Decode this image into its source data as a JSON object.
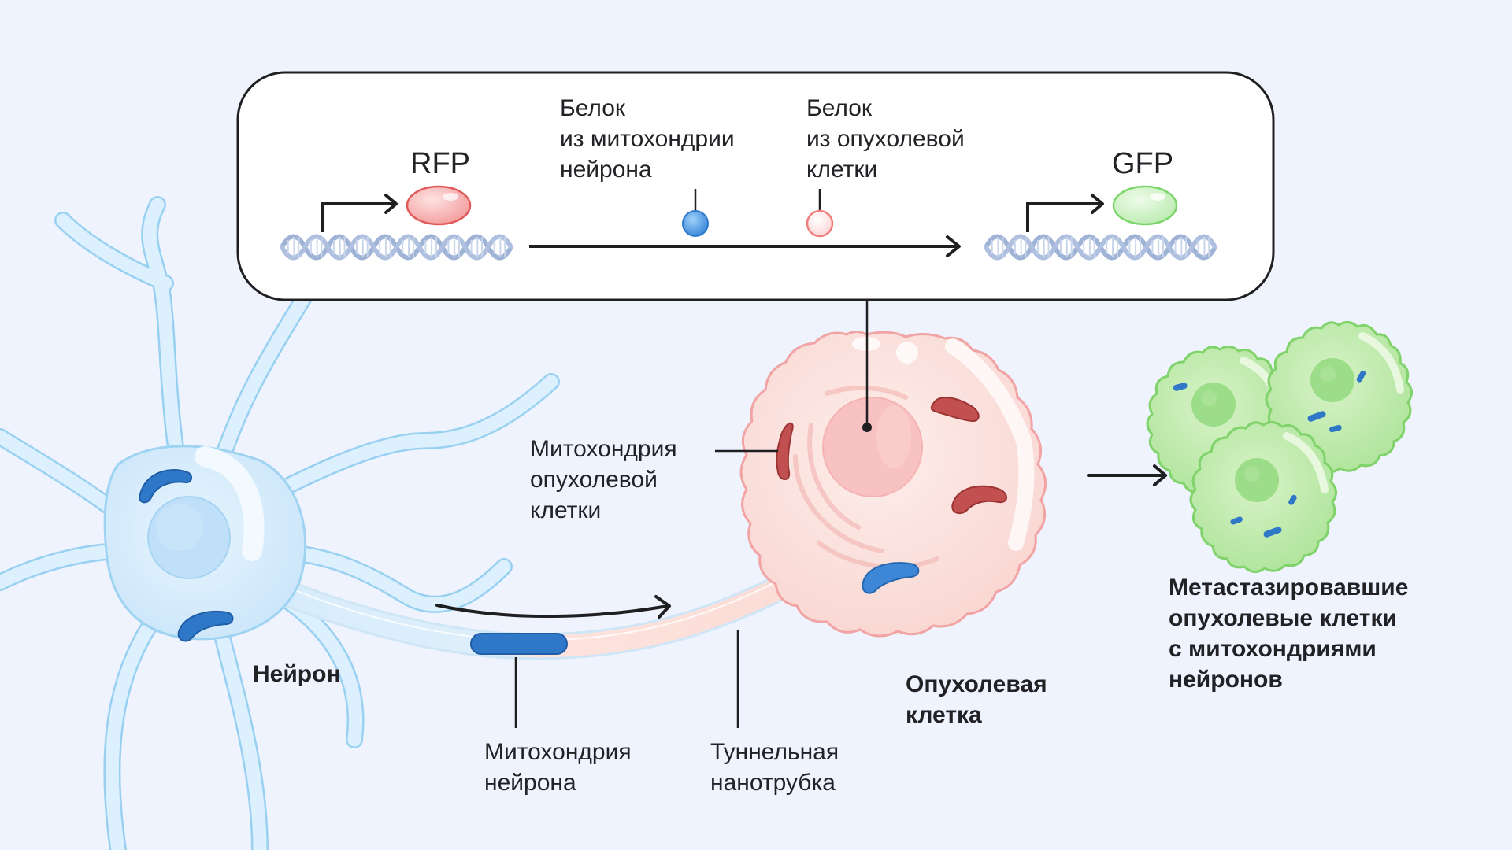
{
  "diagram": {
    "background_color": "#eff3fd",
    "inset": {
      "left_gene": {
        "protein_label": "RFP",
        "protein_color": "#f08a8a",
        "dna_icon": "dna-helix-icon"
      },
      "right_gene": {
        "protein_label": "GFP",
        "protein_color": "#a8e6a0",
        "dna_icon": "dna-helix-icon"
      },
      "protein_neuron": {
        "lines": [
          "Белок",
          "из митохондрии",
          "нейрона"
        ],
        "dot_color": "#3c8fe0"
      },
      "protein_tumor": {
        "lines": [
          "Белок",
          "из опухолевой",
          "клетки"
        ],
        "dot_color": "#fde0e0"
      }
    },
    "labels": {
      "neuron": "Нейрон",
      "neuron_mito": [
        "Митохондрия",
        "нейрона"
      ],
      "nanotube": [
        "Туннельная",
        "нанотрубка"
      ],
      "tumor_mito": [
        "Митохондрия",
        "опухолевой",
        "клетки"
      ],
      "tumor_cell": [
        "Опухолевая",
        "клетка"
      ],
      "metastasized": [
        "Метастазировавшие",
        "опухолевые клетки",
        "с митохондриями",
        "нейронов"
      ]
    },
    "colors": {
      "neuron": "#cfe8fb",
      "neuron_outline": "#7cc4ef",
      "neuron_mito": "#2f78c8",
      "tumor": "#fbdcd8",
      "tumor_outline": "#f2a3a3",
      "tumor_mito": "#b84545",
      "green_cell": "#bfeaa8",
      "green_outline": "#7fd36a",
      "line": "#1f1f22"
    }
  }
}
